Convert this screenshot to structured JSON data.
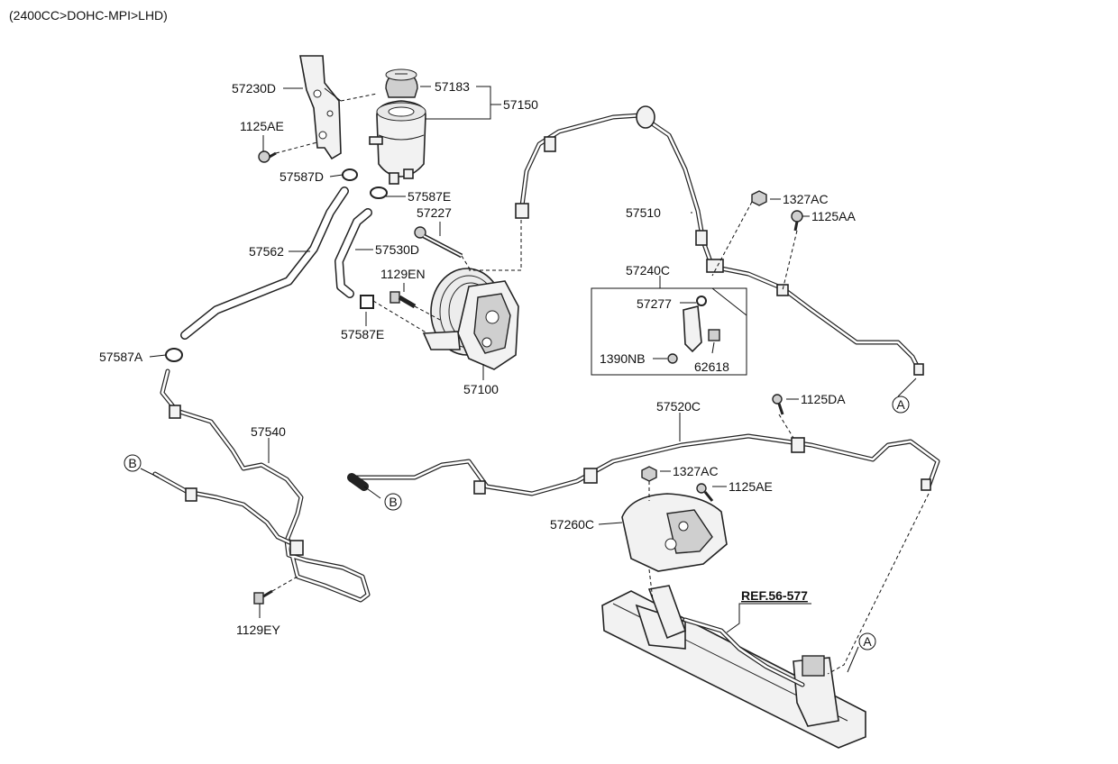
{
  "header": "(2400CC>DOHC-MPI>LHD)",
  "labels": {
    "p57230D": "57230D",
    "p57183": "57183",
    "p57150": "57150",
    "p1125AE_a": "1125AE",
    "p57587D": "57587D",
    "p57587E_a": "57587E",
    "p57227": "57227",
    "p57562": "57562",
    "p57530D": "57530D",
    "p1129EN": "1129EN",
    "p57587E_b": "57587E",
    "p57587A": "57587A",
    "p57100": "57100",
    "p57510": "57510",
    "p1327AC_a": "1327AC",
    "p1125AA": "1125AA",
    "p57240C": "57240C",
    "p57277": "57277",
    "p1390NB": "1390NB",
    "p62618": "62618",
    "p1125DA": "1125DA",
    "p57520C": "57520C",
    "p57540": "57540",
    "p1327AC_b": "1327AC",
    "p1125AE_b": "1125AE",
    "p57260C": "57260C",
    "p1129EY": "1129EY",
    "ref": "REF.56-577",
    "markerA1": "A",
    "markerA2": "A",
    "markerB1": "B",
    "markerB2": "B"
  }
}
